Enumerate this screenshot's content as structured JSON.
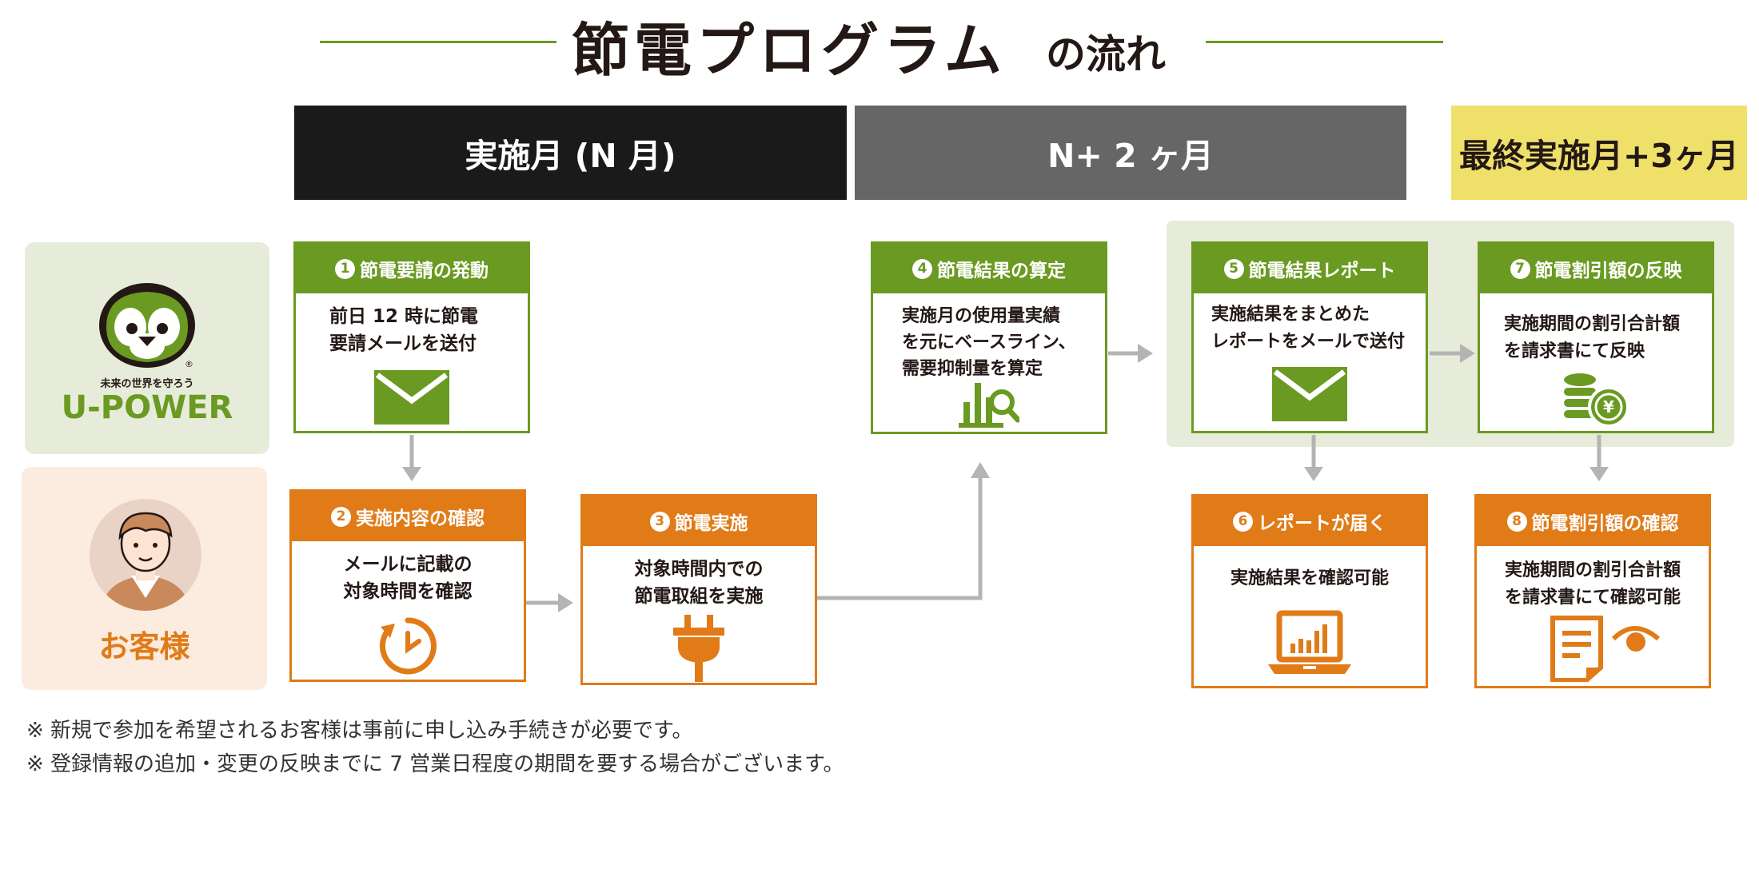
{
  "title": {
    "main": "節電プログラム",
    "sub": "の流れ"
  },
  "phases": [
    {
      "label": "実施月 (N 月)"
    },
    {
      "label": "N+ 2 ヶ月"
    },
    {
      "label": "最終実施月+3ヶ月"
    }
  ],
  "actors": {
    "provider": {
      "tagline": "未来の世界を守ろう",
      "brand": "U-POWER",
      "mark": "®"
    },
    "customer": {
      "label": "お客様"
    }
  },
  "steps": [
    {
      "num": "1",
      "title": "節電要請の発動",
      "body": [
        "前日 12 時に節電",
        "要請メールを送付"
      ],
      "icon": "mail-icon"
    },
    {
      "num": "2",
      "title": "実施内容の確認",
      "body": [
        "メールに記載の",
        "対象時間を確認"
      ],
      "icon": "clock-icon"
    },
    {
      "num": "3",
      "title": "節電実施",
      "body": [
        "対象時間内での",
        "節電取組を実施"
      ],
      "icon": "plug-icon"
    },
    {
      "num": "4",
      "title": "節電結果の算定",
      "body": [
        "実施月の使用量実績",
        "を元にベースライン、",
        "需要抑制量を算定"
      ],
      "icon": "chart-magnifier-icon"
    },
    {
      "num": "5",
      "title": "節電結果レポート",
      "body": [
        "実施結果をまとめた",
        "レポートをメールで送付"
      ],
      "icon": "mail-icon"
    },
    {
      "num": "6",
      "title": "レポートが届く",
      "body": [
        "実施結果を確認可能"
      ],
      "icon": "laptop-chart-icon"
    },
    {
      "num": "7",
      "title": "節電割引額の反映",
      "body": [
        "実施期間の割引合計額",
        "を請求書にて反映"
      ],
      "icon": "coins-yen-icon"
    },
    {
      "num": "8",
      "title": "節電割引額の確認",
      "body": [
        "実施期間の割引合計額",
        "を請求書にて確認可能"
      ],
      "icon": "document-eye-icon"
    }
  ],
  "notes": [
    "※ 新規で参加を希望されるお客様は事前に申し込み手続きが必要です。",
    "※ 登録情報の追加・変更の反映までに 7 営業日程度の期間を要する場合がございます。"
  ],
  "colors": {
    "green": "#6a9a21",
    "orange": "#e07b18",
    "dark": "#1a1a1a",
    "gray": "#666666",
    "yellow": "#efe06a",
    "arrow": "#b4b4b4"
  }
}
